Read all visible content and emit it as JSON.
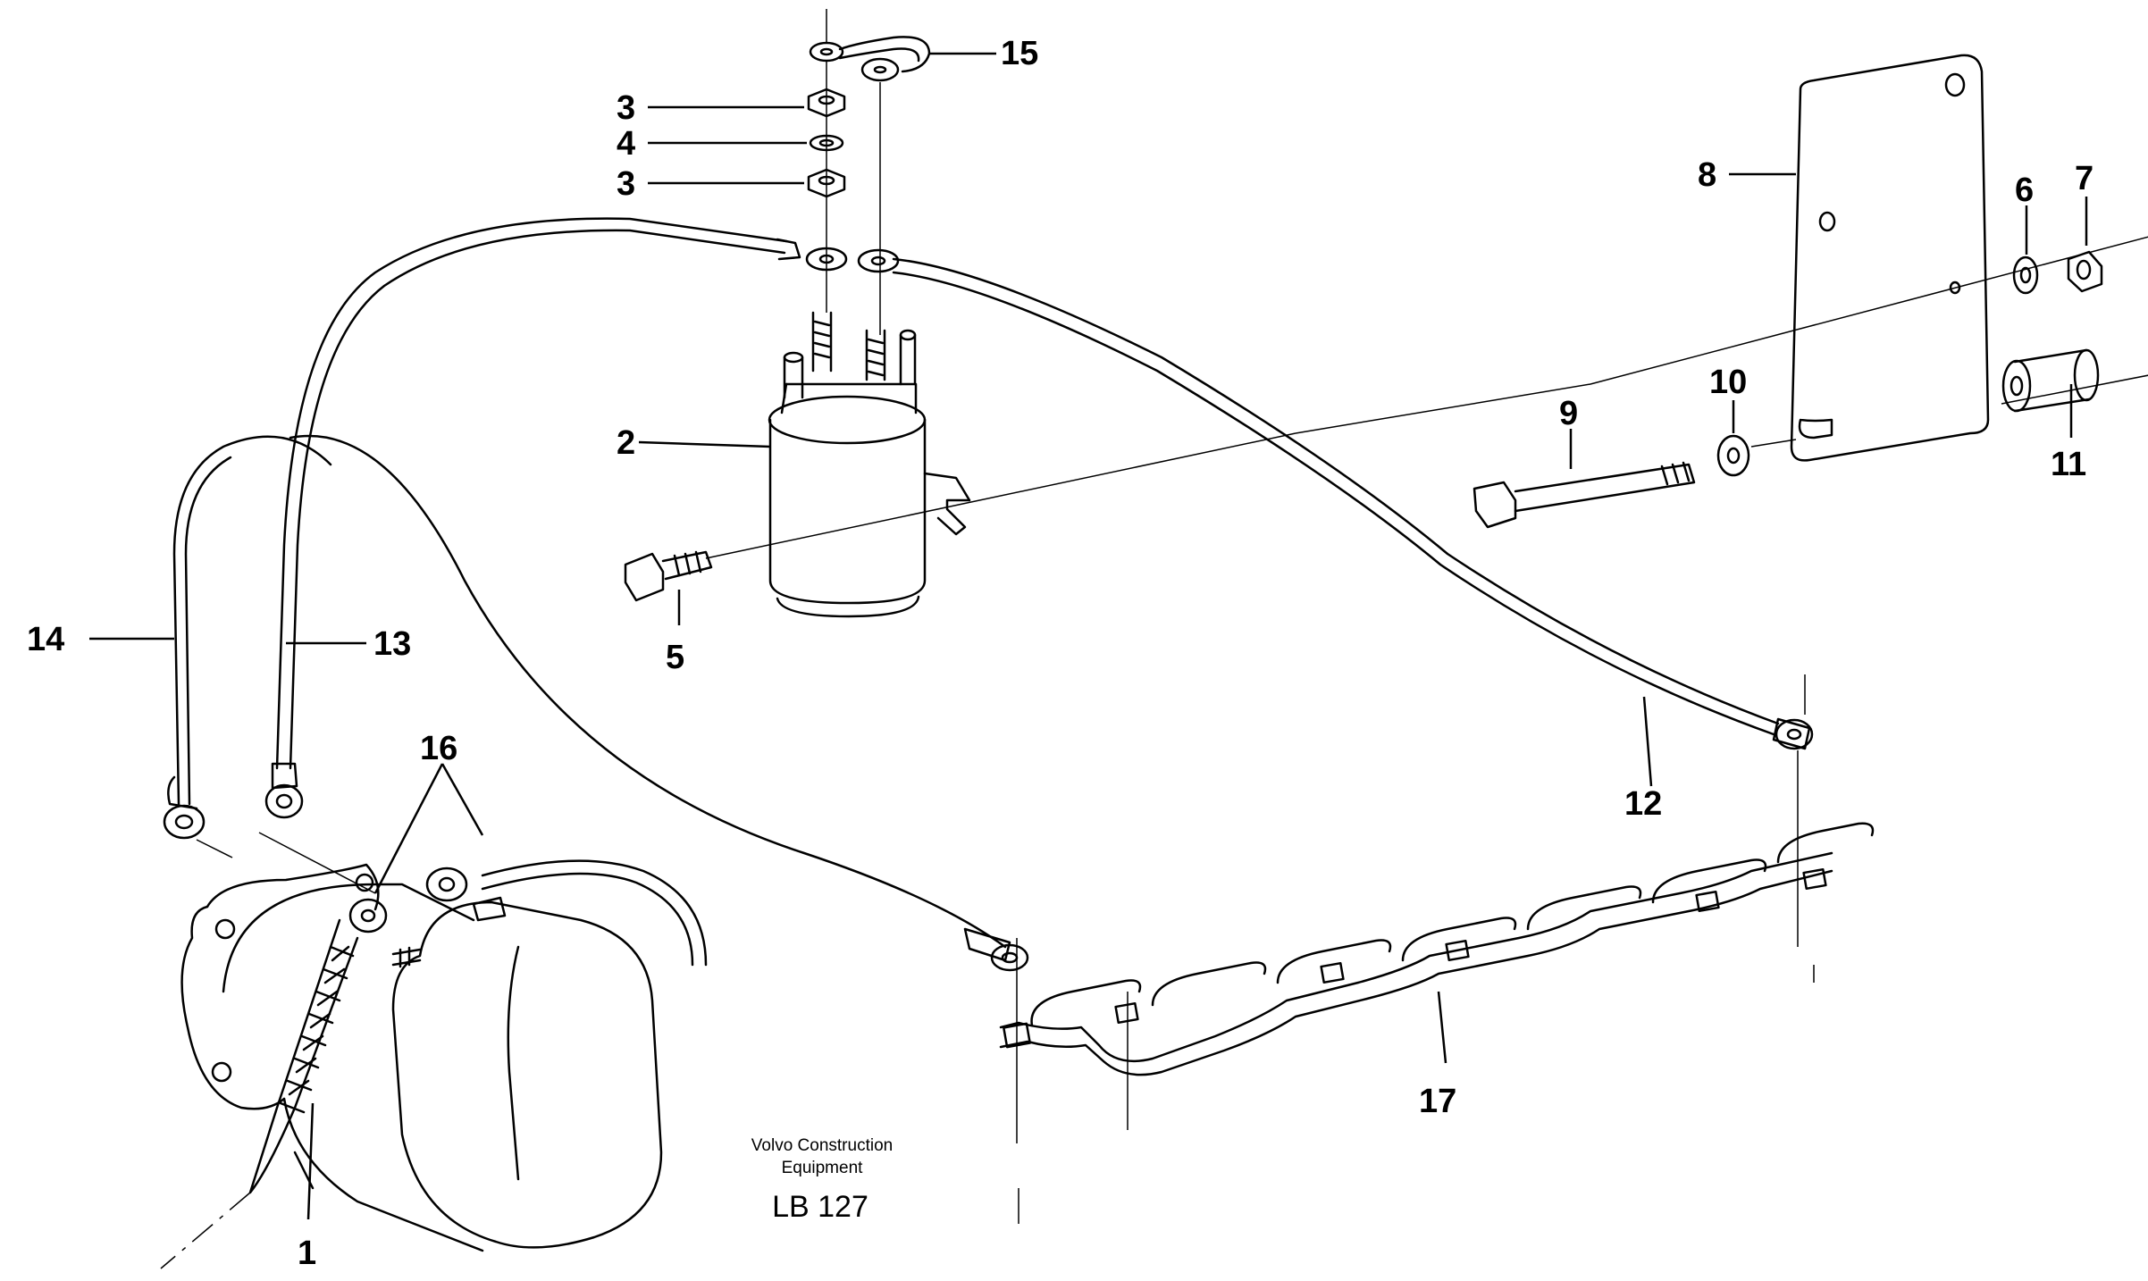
{
  "colors": {
    "ink": "#000000",
    "paper": "#ffffff"
  },
  "callouts": {
    "c1": "1",
    "c2": "2",
    "c3a": "3",
    "c3b": "3",
    "c4": "4",
    "c5": "5",
    "c6": "6",
    "c7": "7",
    "c8": "8",
    "c9": "9",
    "c10": "10",
    "c11": "11",
    "c12": "12",
    "c13": "13",
    "c14": "14",
    "c15": "15",
    "c16": "16",
    "c17": "17"
  },
  "caption": {
    "line1": "Volvo Construction",
    "line2": "Equipment",
    "code": "LB 127"
  }
}
